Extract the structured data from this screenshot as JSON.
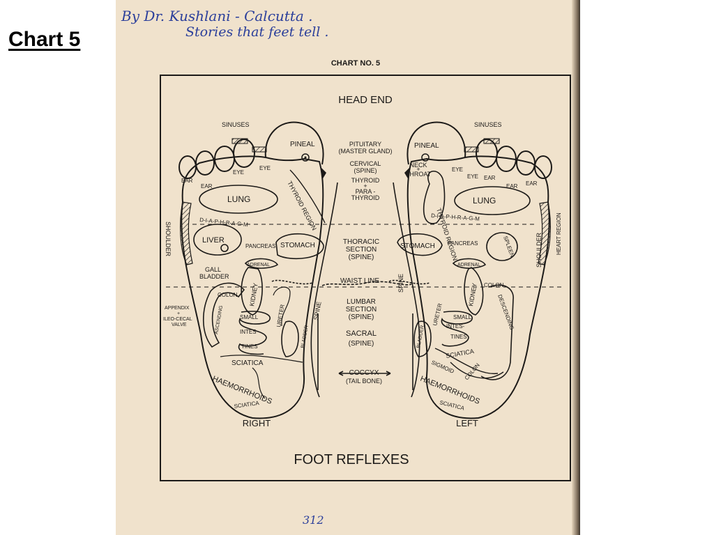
{
  "slide": {
    "title": "Chart 5"
  },
  "scan": {
    "handwriting_line1": "By Dr. Kushlani - Calcutta .",
    "handwriting_line2": "Stories that feet tell .",
    "chart_number": "CHART NO. 5",
    "page_number": "312"
  },
  "diagram": {
    "head_end": "HEAD END",
    "footer_title": "FOOT REFLEXES",
    "right_label": "RIGHT",
    "left_label": "LEFT",
    "center": {
      "pituitary": "PITUITARY",
      "master_gland": "(MASTER GLAND)",
      "cervical": "CERVICAL",
      "cervical_spine": "(SPINE)",
      "neck": "NECK",
      "neck_plus": "+",
      "throat": "THROAT",
      "thyroid": "THYROID",
      "thyroid_plus": "+",
      "para": "PARA -",
      "thyroid2": "THYROID",
      "thoracic1": "THORACIC",
      "thoracic2": "SECTION",
      "thoracic3": "(SPINE)",
      "waist": "WAIST LINE",
      "lumbar1": "LUMBAR",
      "lumbar2": "SECTION",
      "lumbar3": "(SPINE)",
      "sacral1": "SACRAL",
      "sacral2": "(SPINE)",
      "coccyx1": "COCCYX",
      "coccyx2": "(TAIL BONE)"
    },
    "right_foot": {
      "sinuses": "SINUSES",
      "pineal": "PINEAL",
      "ear1": "EAR",
      "ear2": "EAR",
      "eye1": "EYE",
      "eye2": "EYE",
      "lung": "LUNG",
      "thyroid_region": "THYROID REGION",
      "diaphragm": "D-I-A-P-H-R-A-G-M",
      "shoulder": "SHOULDER",
      "liver": "LIVER",
      "pancreas": "PANCREAS",
      "stomach": "STOMACH",
      "gall1": "GALL",
      "gall2": "BLADDER",
      "adrenal": "ADRENAL",
      "kidney": "KIDNEY",
      "colon": "COLON",
      "ascending": "ASCENDING",
      "ureter": "URETER",
      "spine": "SPINE",
      "appendix1": "APPENDIX",
      "appendix2": "+",
      "appendix3": "ILEO-CECAL",
      "appendix4": "VALVE",
      "small": "SMALL",
      "intes": "INTES",
      "tines": "TINES",
      "bladder": "BLADDER",
      "sciatica": "SCIATICA",
      "haemorrhoids": "HAEMORRHOIDS",
      "sciatica2": "SCIATICA"
    },
    "left_foot": {
      "sinuses": "SINUSES",
      "pineal": "PINEAL",
      "eye1": "EYE",
      "eye2": "EYE",
      "ear1": "EAR",
      "ear2": "EAR",
      "ear3": "EAR",
      "thyroid_region": "THYROID REGION",
      "lung": "LUNG",
      "diaphragm": "D-I-A-P-H-R-A-G-M",
      "heart_region": "HEART REGION",
      "shoulder": "SHOULDER",
      "stomach": "STOMACH",
      "pancreas": "PANCREAS",
      "spleen": "SPLEEN",
      "adrenal": "ADRENAL",
      "kidney": "KIDNEY",
      "colon": "COLON",
      "spine": "SPINE",
      "ureter": "URETER",
      "descending": "DESCENDING",
      "small": "SMALL",
      "intes": "INTES-",
      "tines": "TINES",
      "bladder": "BLADDER",
      "sciatica": "SCIATICA",
      "sigmoid": "SIGMOID",
      "colon2": "COLON",
      "haemorrhoids": "HAEMORRHOIDS",
      "sciatica2": "SCIATICA"
    }
  }
}
